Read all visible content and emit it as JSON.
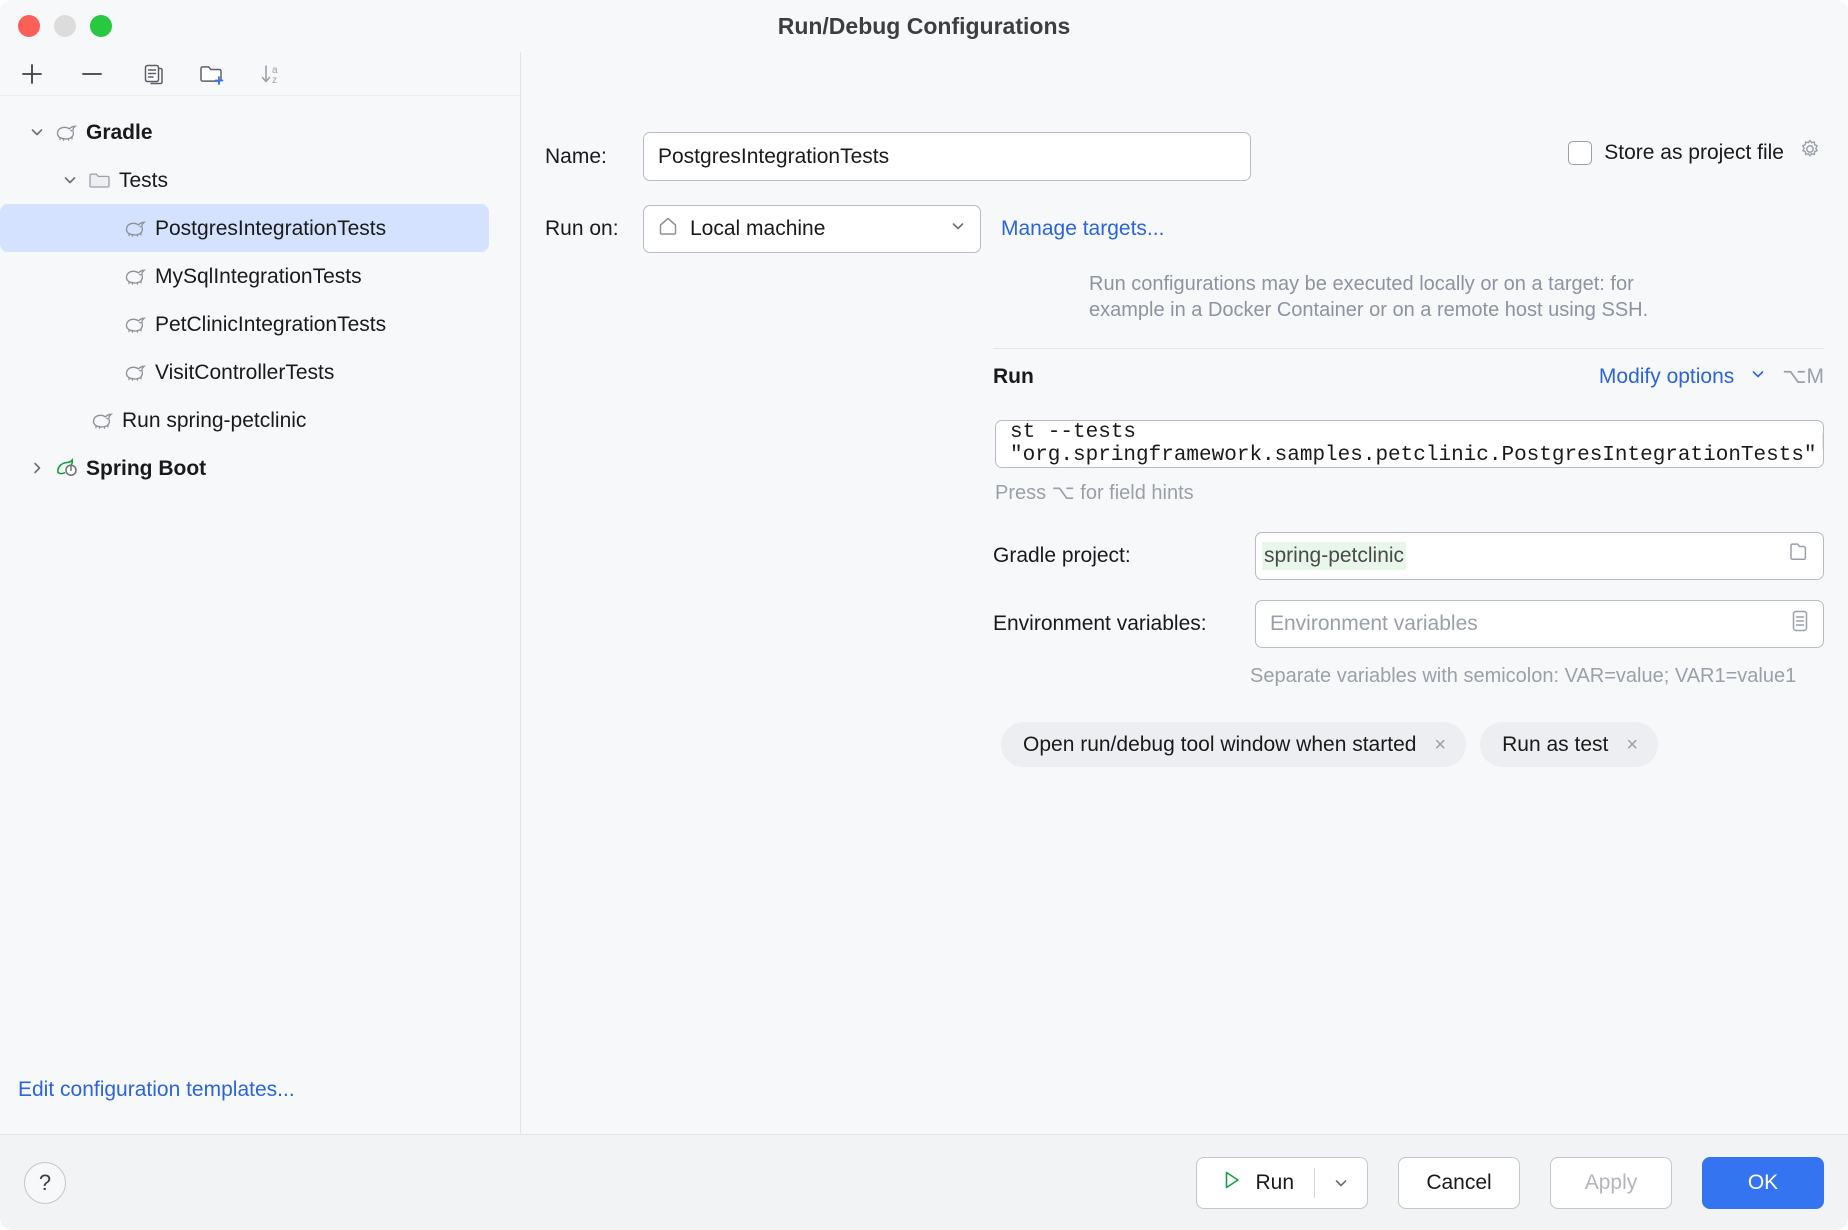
{
  "window": {
    "title": "Run/Debug Configurations",
    "traffic_lights": [
      "close",
      "minimize",
      "zoom"
    ]
  },
  "sidebar": {
    "toolbar": [
      {
        "name": "add-configuration-button",
        "icon": "plus-icon"
      },
      {
        "name": "remove-configuration-button",
        "icon": "minus-icon"
      },
      {
        "name": "copy-configuration-button",
        "icon": "copy-icon"
      },
      {
        "name": "new-folder-button",
        "icon": "new-folder-icon"
      },
      {
        "name": "sort-configurations-button",
        "icon": "sort-alpha-icon"
      }
    ],
    "tree": [
      {
        "label": "Gradle",
        "icon": "gradle-elephant-icon",
        "level": 0,
        "expanded": true,
        "bold": true,
        "selected": false
      },
      {
        "label": "Tests",
        "icon": "folder-icon",
        "level": 1,
        "expanded": true,
        "bold": false,
        "selected": false
      },
      {
        "label": "PostgresIntegrationTests",
        "icon": "gradle-elephant-icon",
        "level": 2,
        "expanded": null,
        "bold": false,
        "selected": true
      },
      {
        "label": "MySqlIntegrationTests",
        "icon": "gradle-elephant-icon",
        "level": 2,
        "expanded": null,
        "bold": false,
        "selected": false
      },
      {
        "label": "PetClinicIntegrationTests",
        "icon": "gradle-elephant-icon",
        "level": 2,
        "expanded": null,
        "bold": false,
        "selected": false
      },
      {
        "label": "VisitControllerTests",
        "icon": "gradle-elephant-icon",
        "level": 2,
        "expanded": null,
        "bold": false,
        "selected": false
      },
      {
        "label": "Run spring-petclinic",
        "icon": "gradle-elephant-icon",
        "level": 1,
        "expanded": null,
        "bold": false,
        "selected": false
      },
      {
        "label": "Spring Boot",
        "icon": "spring-boot-leaf-icon",
        "level": 0,
        "expanded": false,
        "bold": true,
        "selected": false
      }
    ],
    "edit_templates_link": "Edit configuration templates..."
  },
  "main": {
    "name_label": "Name:",
    "name_value": "PostgresIntegrationTests",
    "store_as_project_file_label": "Store as project file",
    "store_as_project_file_checked": false,
    "run_on_label": "Run on:",
    "run_on_value": "Local machine",
    "run_on_icon": "home-icon",
    "manage_targets_link": "Manage targets...",
    "target_help_line1": "Run configurations may be executed locally or on a target: for",
    "target_help_line2": "example in a Docker Container or on a remote host using SSH.",
    "run_section_title": "Run",
    "modify_options_link": "Modify options",
    "modify_options_shortcut": "⌥M",
    "command_value": "st --tests \"org.springframework.samples.petclinic.PostgresIntegrationTests\"",
    "field_hints_text": "Press ⌥ for field hints",
    "gradle_project_label": "Gradle project:",
    "gradle_project_value": "spring-petclinic",
    "env_vars_label": "Environment variables:",
    "env_vars_value": "",
    "env_vars_placeholder": "Environment variables",
    "env_vars_hint": "Separate variables with semicolon: VAR=value; VAR1=value1",
    "chips": [
      {
        "label": "Open run/debug tool window when started",
        "close": "×"
      },
      {
        "label": "Run as test",
        "close": "×"
      }
    ]
  },
  "footer": {
    "help_label": "?",
    "run_label": "Run",
    "cancel_label": "Cancel",
    "apply_label": "Apply",
    "apply_enabled": false,
    "ok_label": "OK"
  },
  "colors": {
    "accent_blue": "#3574f0",
    "link_blue": "#2b65d9",
    "selection_blue": "#d4e2ff",
    "valid_green_bg": "#e9f7ea",
    "panel_bg": "#f7f8fa"
  }
}
